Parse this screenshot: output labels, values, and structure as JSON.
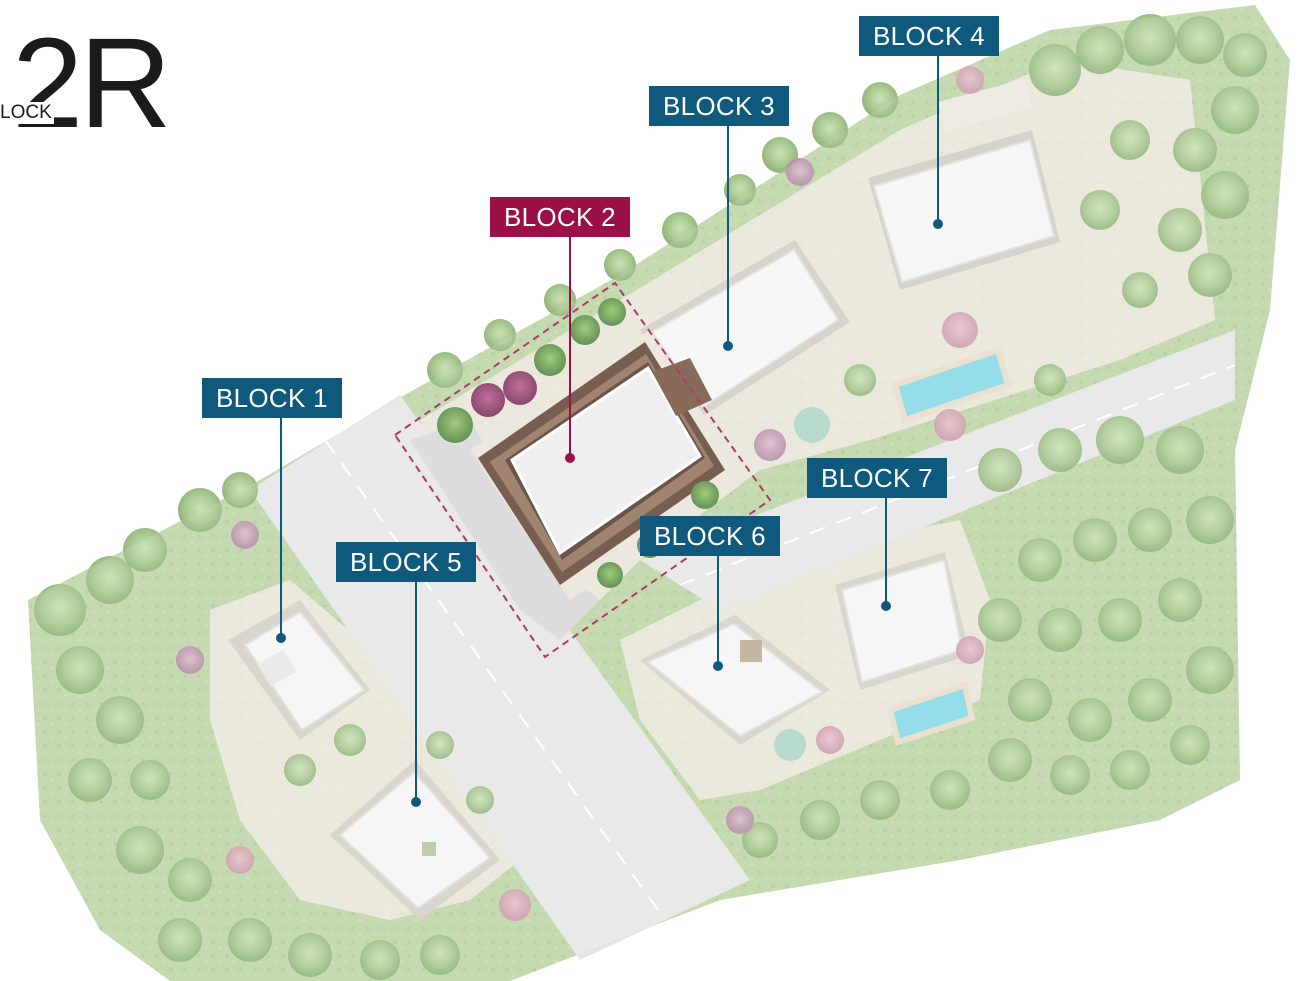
{
  "logo": {
    "mark": "2R",
    "fragment": "LOCK"
  },
  "colors": {
    "label_default": "#0f5a7c",
    "label_selected": "#9b1047",
    "vegetation": "#a9c98c",
    "pavement": "#e9e3da",
    "road": "#e3e3e3",
    "pool": "#7fd6e6"
  },
  "blocks": [
    {
      "id": "block-1",
      "label": "BLOCK 1",
      "selected": false
    },
    {
      "id": "block-2",
      "label": "BLOCK 2",
      "selected": true
    },
    {
      "id": "block-3",
      "label": "BLOCK 3",
      "selected": false
    },
    {
      "id": "block-4",
      "label": "BLOCK 4",
      "selected": false
    },
    {
      "id": "block-5",
      "label": "BLOCK 5",
      "selected": false
    },
    {
      "id": "block-6",
      "label": "BLOCK 6",
      "selected": false
    },
    {
      "id": "block-7",
      "label": "BLOCK 7",
      "selected": false
    }
  ]
}
